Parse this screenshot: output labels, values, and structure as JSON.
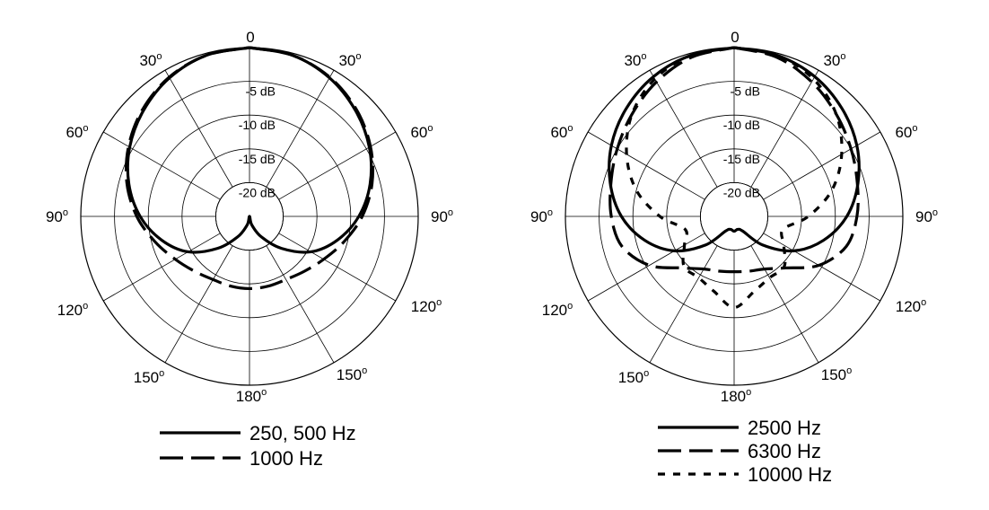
{
  "chart_data": [
    {
      "type": "polar-line",
      "angle_labels": [
        "0",
        "30",
        "30",
        "60",
        "60",
        "90",
        "90",
        "120",
        "120",
        "150",
        "150",
        "180"
      ],
      "degree_symbol": "o",
      "ring_labels": [
        {
          "value": -5,
          "text": "-5  dB"
        },
        {
          "value": -10,
          "text": "-10  dB"
        },
        {
          "value": -15,
          "text": "-15  dB"
        },
        {
          "value": -20,
          "text": "-20  dB"
        }
      ],
      "rlim_db": [
        -25,
        0
      ],
      "angles_deg": [
        0,
        15,
        30,
        45,
        60,
        75,
        90,
        105,
        120,
        135,
        150,
        165,
        180
      ],
      "series": [
        {
          "name": "250, 500 Hz",
          "dash": "solid",
          "db": [
            0,
            -0.3,
            -1.3,
            -2.8,
            -4.5,
            -6.5,
            -8.8,
            -11.5,
            -14.5,
            -18.3,
            -21.5,
            -23.7,
            -25
          ]
        },
        {
          "name": "1000 Hz",
          "dash": "long-dash",
          "db": [
            0,
            -0.3,
            -1.2,
            -2.6,
            -4.3,
            -6.2,
            -8.3,
            -10.5,
            -12.3,
            -13.5,
            -14.2,
            -14.3,
            -14.3
          ]
        }
      ]
    },
    {
      "type": "polar-line",
      "angle_labels": [
        "0",
        "30",
        "30",
        "60",
        "60",
        "90",
        "90",
        "120",
        "120",
        "150",
        "150",
        "180"
      ],
      "degree_symbol": "o",
      "ring_labels": [
        {
          "value": -5,
          "text": "-5  dB"
        },
        {
          "value": -10,
          "text": "-10  dB"
        },
        {
          "value": -15,
          "text": "-15  dB"
        },
        {
          "value": -20,
          "text": "-20  dB"
        }
      ],
      "rlim_db": [
        -25,
        0
      ],
      "angles_deg": [
        0,
        15,
        30,
        45,
        60,
        75,
        90,
        105,
        120,
        135,
        150,
        165,
        180
      ],
      "series": [
        {
          "name": "2500 Hz",
          "dash": "solid",
          "db": [
            0,
            -0.3,
            -1.1,
            -2.4,
            -4,
            -6,
            -8.3,
            -11.3,
            -14.8,
            -19,
            -22.5,
            -23,
            -22.8
          ]
        },
        {
          "name": "6300 Hz",
          "dash": "long-dash",
          "db": [
            0,
            -0.6,
            -2,
            -3.6,
            -5,
            -6.1,
            -6.8,
            -7.8,
            -10.5,
            -14.2,
            -16,
            -16.6,
            -16.8
          ]
        },
        {
          "name": "10000 Hz",
          "dash": "short-dash",
          "db": [
            0,
            -0.3,
            -1.5,
            -3.6,
            -6.6,
            -10,
            -14,
            -17.5,
            -16.5,
            -14.5,
            -14.5,
            -13.5,
            -11.5
          ]
        }
      ]
    }
  ]
}
